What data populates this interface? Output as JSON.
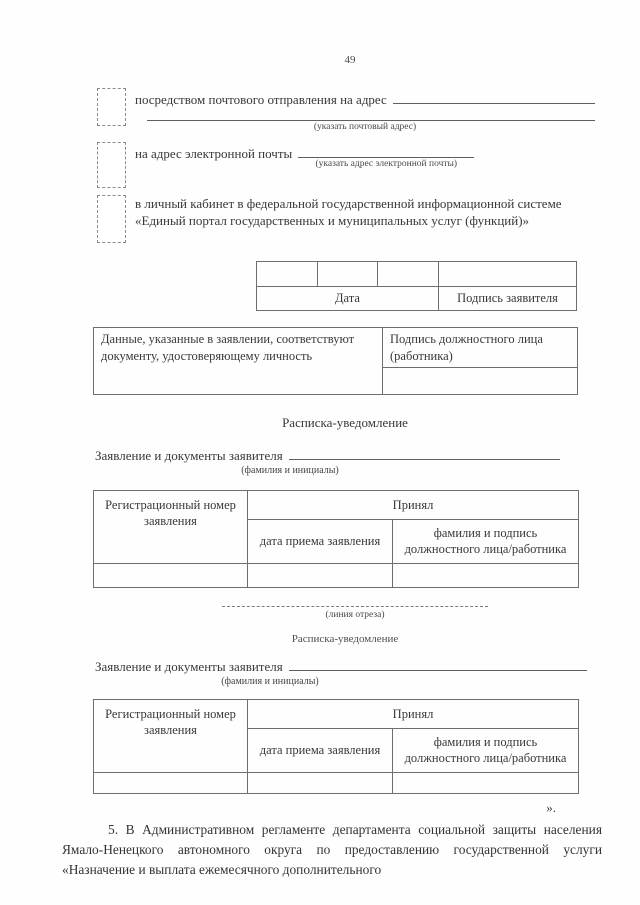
{
  "page_number": "49",
  "options": {
    "postal": {
      "label": "посредством почтового отправления на адрес",
      "caption": "(указать почтовый адрес)"
    },
    "email": {
      "label": "на адрес электронной почты",
      "caption": "(указать адрес электронной почты)"
    },
    "portal": {
      "line1": "в личный кабинет в федеральной государственной информационной системе",
      "line2": "«Единый портал государственных и муниципальных услуг (функций)»"
    }
  },
  "date_table": {
    "date": "Дата",
    "signature": "Подпись заявителя"
  },
  "verification_table": {
    "statement": "Данные, указанные в заявлении, соответствуют документу, удостоверяющему личность",
    "official": "Подпись должностного лица (работника)"
  },
  "receipt1": {
    "title": "Расписка-уведомление",
    "line_label": "Заявление и документы заявителя",
    "line_caption": "(фамилия и инициалы)",
    "table": {
      "reg_number": "Регистрационный номер заявления",
      "accepted": "Принял",
      "date_received": "дата приема заявления",
      "official_sign": "фамилия и подпись должностного лица/работника"
    }
  },
  "cut": {
    "caption": "(линия отреза)"
  },
  "receipt2": {
    "title": "Расписка-уведомление",
    "line_label": "Заявление и документы заявителя",
    "line_caption": "(фамилия и инициалы)",
    "table": {
      "reg_number": "Регистрационный номер заявления",
      "accepted": "Принял",
      "date_received": "дата приема заявления",
      "official_sign": "фамилия и подпись должностного лица/работника"
    }
  },
  "closing_quote": "».",
  "paragraph5": "5. В Административном регламенте департамента социальной защиты населения Ямало-Ненецкого автономного округа по предоставлению государственной услуги «Назначение и выплата ежемесячного дополнительного"
}
